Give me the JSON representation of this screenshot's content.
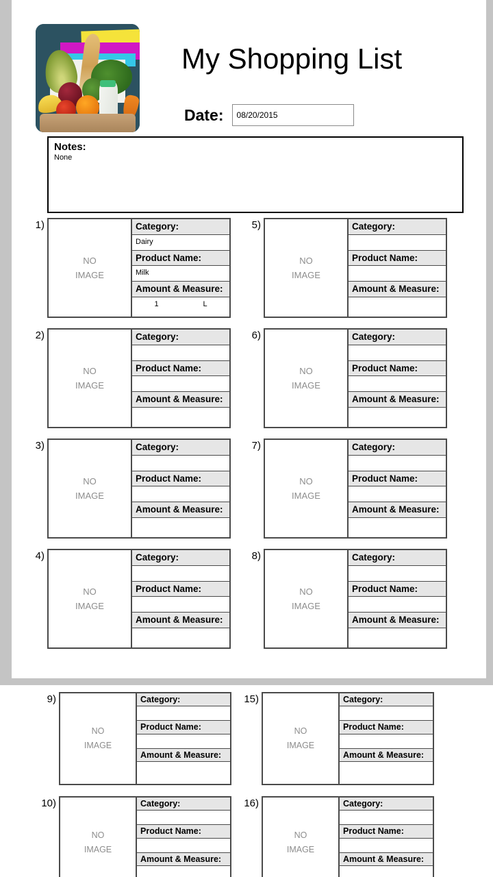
{
  "document": {
    "title": "My Shopping List",
    "date_label": "Date:",
    "date_value": "08/20/2015",
    "notes_label": "Notes:",
    "notes_value": "None",
    "thumbnail_alt": "grocery-basket-photo"
  },
  "field_labels": {
    "category": "Category:",
    "product_name": "Product Name:",
    "amount_measure": "Amount & Measure:",
    "no_image_line1": "NO",
    "no_image_line2": "IMAGE"
  },
  "colors": {
    "page_background": "#c4c4c4",
    "page": "#ffffff",
    "label_fill": "#e6e6e6",
    "border": "#4a4a4a",
    "no_image_text": "#8d8d8d"
  },
  "page1_items": [
    {
      "number": "1)",
      "category": "Dairy",
      "product_name": "Milk",
      "amount": "1",
      "measure": "L"
    },
    {
      "number": "2)",
      "category": "",
      "product_name": "",
      "amount": "",
      "measure": ""
    },
    {
      "number": "3)",
      "category": "",
      "product_name": "",
      "amount": "",
      "measure": ""
    },
    {
      "number": "4)",
      "category": "",
      "product_name": "",
      "amount": "",
      "measure": ""
    },
    {
      "number": "5)",
      "category": "",
      "product_name": "",
      "amount": "",
      "measure": ""
    },
    {
      "number": "6)",
      "category": "",
      "product_name": "",
      "amount": "",
      "measure": ""
    },
    {
      "number": "7)",
      "category": "",
      "product_name": "",
      "amount": "",
      "measure": ""
    },
    {
      "number": "8)",
      "category": "",
      "product_name": "",
      "amount": "",
      "measure": ""
    }
  ],
  "page2_items": [
    {
      "number": "9)",
      "category": "",
      "product_name": "",
      "amount": "",
      "measure": ""
    },
    {
      "number": "10)",
      "category": "",
      "product_name": "",
      "amount": "",
      "measure": ""
    },
    {
      "number": "15)",
      "category": "",
      "product_name": "",
      "amount": "",
      "measure": ""
    },
    {
      "number": "16)",
      "category": "",
      "product_name": "",
      "amount": "",
      "measure": ""
    }
  ]
}
